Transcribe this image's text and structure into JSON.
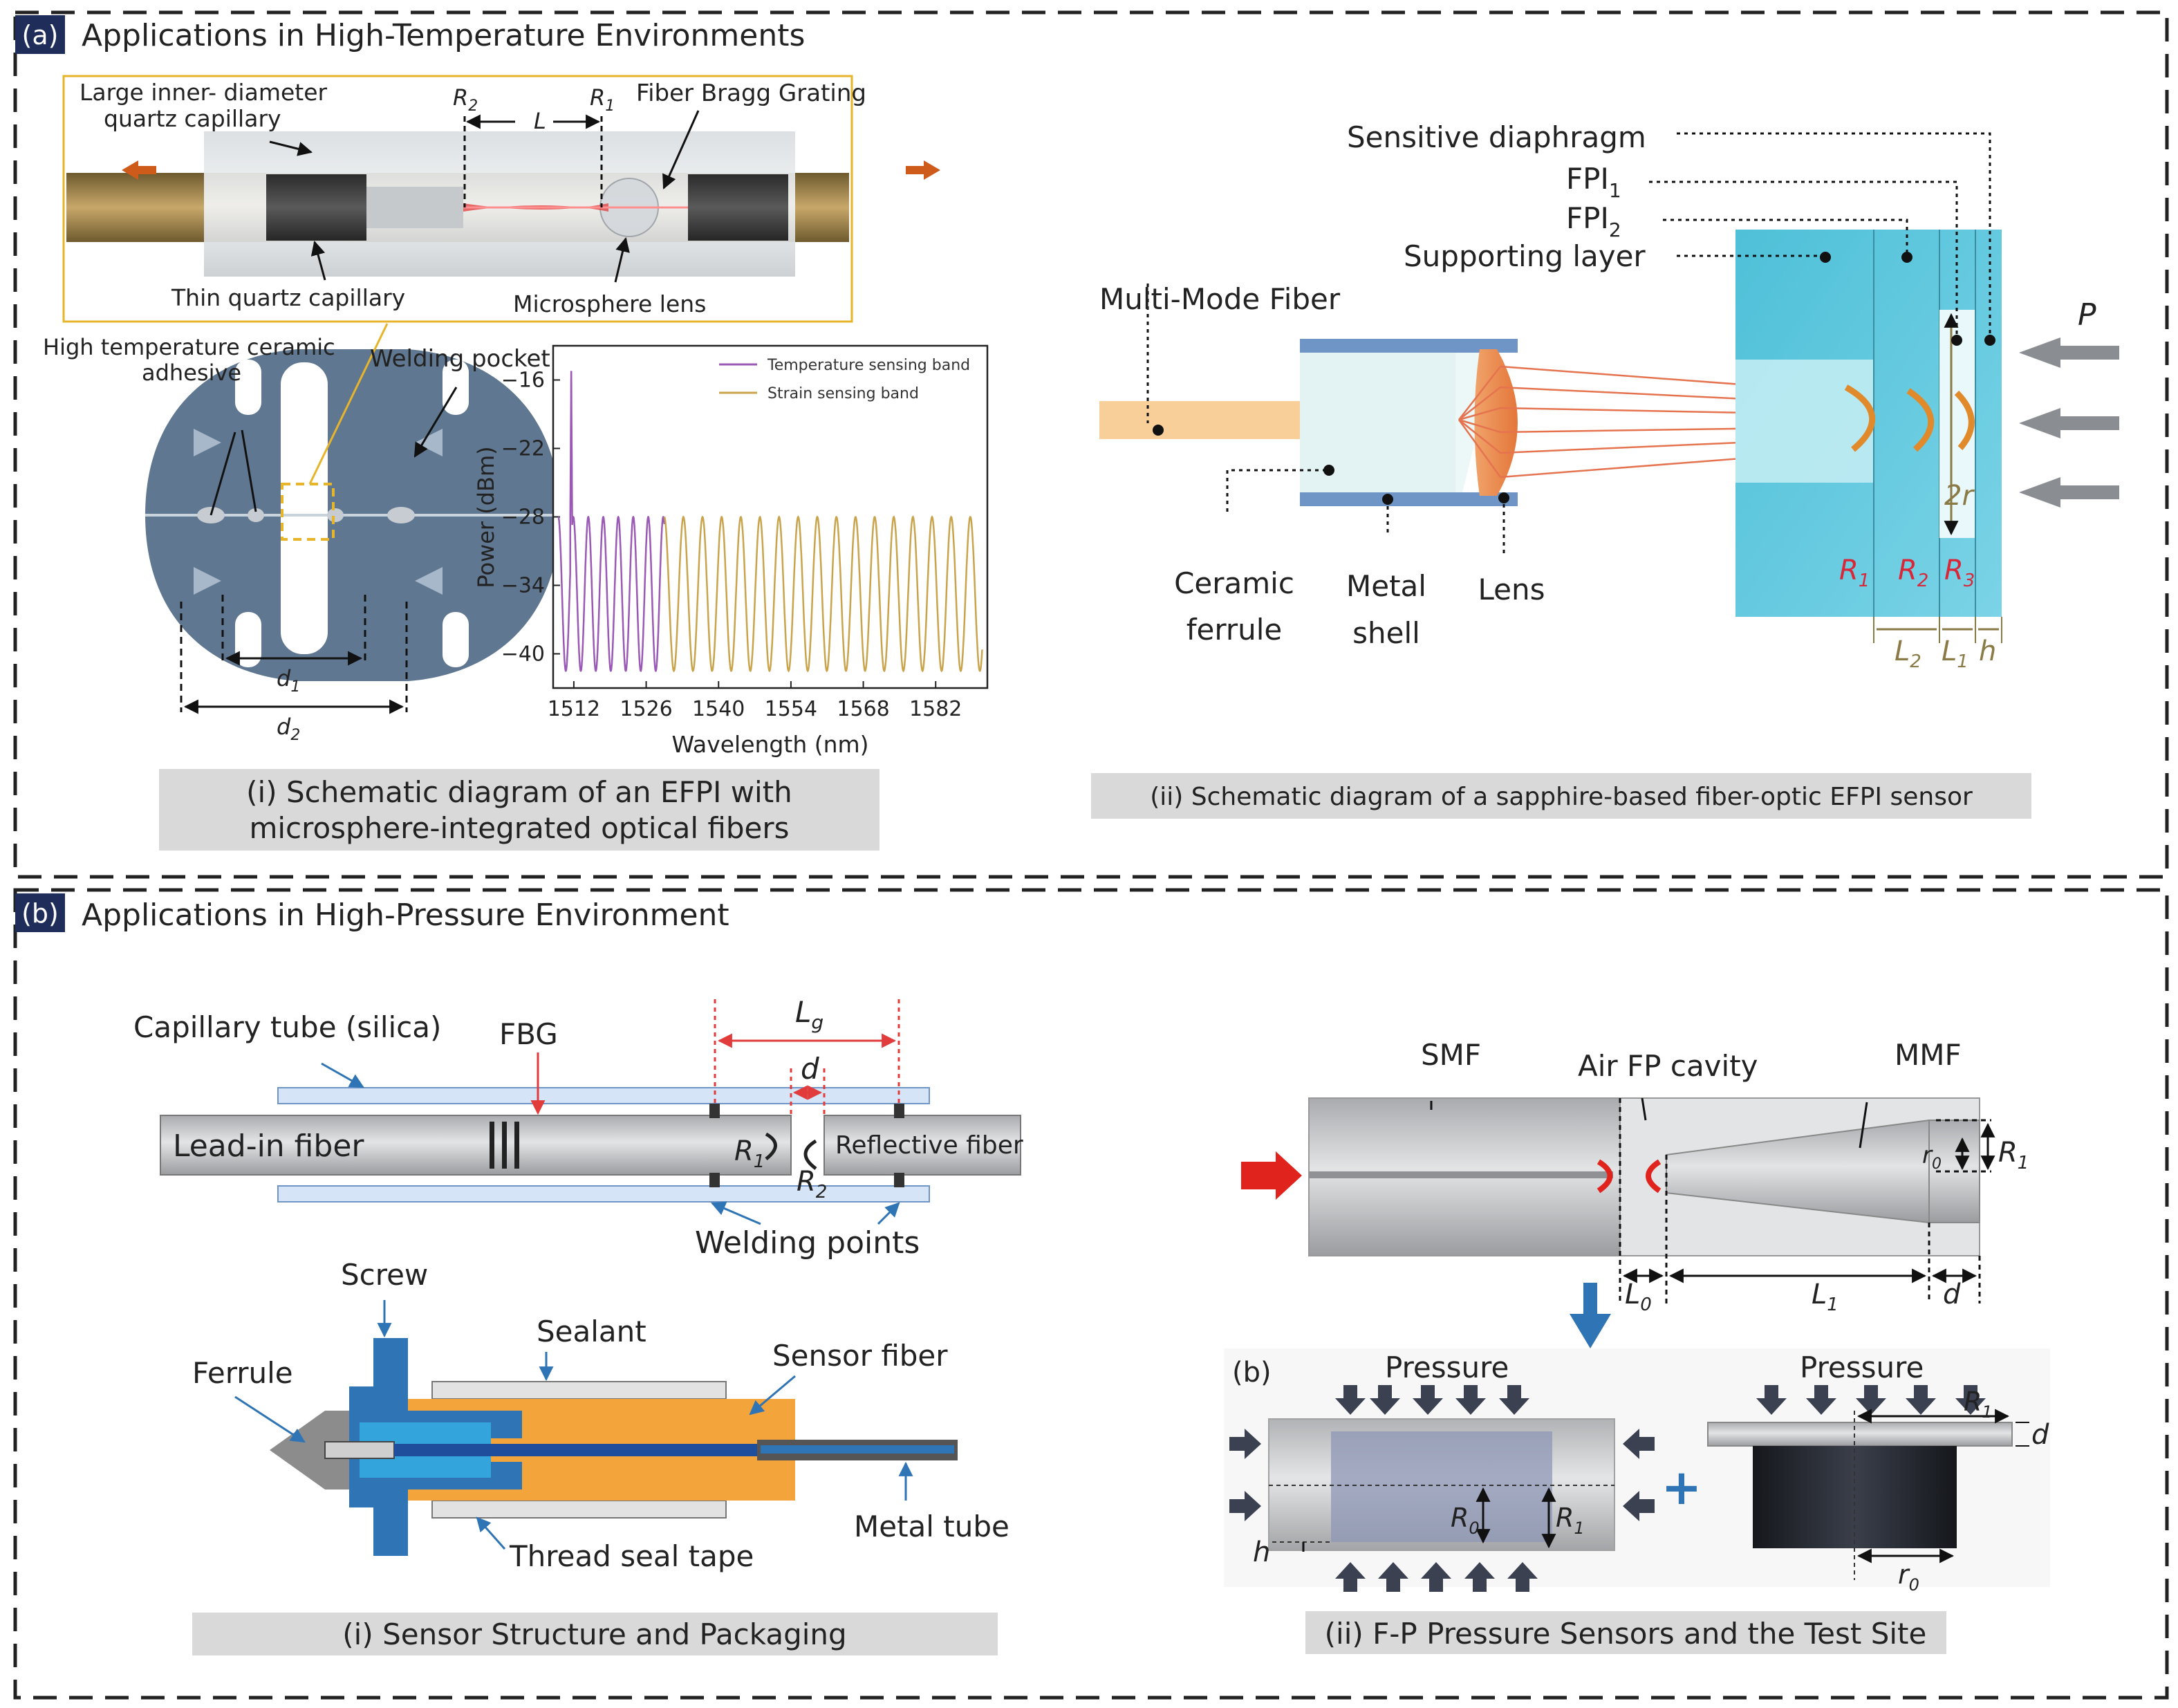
{
  "panel_a": {
    "tag": "(a)",
    "title": "Applications in High-Temperature Environments",
    "sub_i": {
      "top": {
        "large_cap_1": "Large inner- diameter",
        "large_cap_2": "quartz capillary",
        "R2": "R",
        "R2_sub": "2",
        "L": "L",
        "R1": "R",
        "R1_sub": "1",
        "fbg": "Fiber Bragg Grating",
        "thin_cap": "Thin quartz capillary",
        "micro_lens": "Microsphere lens"
      },
      "disk": {
        "adhesive_1": "High temperature ceramic",
        "adhesive_2": "adhesive",
        "pocket": "Welding pocket",
        "d1": "d",
        "d1_sub": "1",
        "d2": "d",
        "d2_sub": "2"
      },
      "caption_1": "(i) Schematic diagram of an EFPI with",
      "caption_2": "microsphere-integrated optical fibers"
    },
    "sub_ii": {
      "sens_diaph": "Sensitive diaphragm",
      "fpi1": "FPI",
      "fpi1_sub": "1",
      "fpi2": "FPI",
      "fpi2_sub": "2",
      "support": "Supporting layer",
      "mmf": "Multi-Mode Fiber",
      "ferrule_1": "Ceramic",
      "ferrule_2": "ferrule",
      "shell_1": "Metal",
      "shell_2": "shell",
      "lens": "Lens",
      "P": "P",
      "two_r": "2r",
      "R1": "R",
      "R1_sub": "1",
      "R2": "R",
      "R2_sub": "2",
      "R3": "R",
      "R3_sub": "3",
      "L2": "L",
      "L2_sub": "2",
      "L1": "L",
      "L1_sub": "1",
      "h": "h",
      "caption": "(ii) Schematic diagram of a sapphire-based fiber-optic EFPI sensor"
    }
  },
  "panel_b": {
    "tag": "(b)",
    "title": "Applications in High-Pressure Environment",
    "sub_i": {
      "capillary": "Capillary tube (silica)",
      "fbg": "FBG",
      "Lg": "L",
      "Lg_sub": "g",
      "d": "d",
      "lead_in": "Lead-in fiber",
      "reflective": "Reflective fiber",
      "R1": "R",
      "R1_sub": "1",
      "R2": "R",
      "R2_sub": "2",
      "welding": "Welding points",
      "screw": "Screw",
      "sealant": "Sealant",
      "ferrule": "Ferrule",
      "sensor_fiber": "Sensor fiber",
      "thread_tape": "Thread seal tape",
      "metal_tube": "Metal tube",
      "caption": "(i) Sensor Structure and Packaging"
    },
    "sub_ii": {
      "smf": "SMF",
      "air_fp": "Air FP cavity",
      "mmf": "MMF",
      "r0": "r",
      "r0_sub": "0",
      "R1": "R",
      "R1_sub": "1",
      "L0": "L",
      "L0_sub": "0",
      "L1": "L",
      "L1_sub": "1",
      "d": "d",
      "b_tag": "(b)",
      "pressure_left": "Pressure",
      "pressure_right": "Pressure",
      "plus": "+",
      "R0": "R",
      "R0_sub": "0",
      "R1b": "R",
      "R1b_sub": "1",
      "h": "h",
      "R1c": "R",
      "R1c_sub": "1",
      "dc": "d",
      "r0c": "r",
      "r0c_sub": "0",
      "caption": "(ii) F-P Pressure Sensors and the Test Site"
    }
  },
  "chart_data": {
    "type": "line",
    "xlabel": "Wavelength (nm)",
    "ylabel": "Power (dBm)",
    "xlim": [
      1508,
      1592
    ],
    "ylim": [
      -43,
      -13
    ],
    "xticks": [
      1512,
      1526,
      1540,
      1554,
      1568,
      1582
    ],
    "yticks": [
      -16,
      -22,
      -28,
      -34,
      -40
    ],
    "legend_placement": "top-right",
    "grid": false,
    "series": [
      {
        "name": "Temperature sensing band",
        "color": "#9b59b6",
        "x_range": [
          1509,
          1529.5
        ],
        "period": 2.9,
        "min": -41.5,
        "max": -28,
        "spike": {
          "x": 1511.5,
          "y": -14.8
        }
      },
      {
        "name": "Strain sensing band",
        "color": "#c9a44c",
        "x_range": [
          1529.5,
          1591
        ],
        "period": 3.7,
        "min": -41.5,
        "max": -28
      }
    ]
  },
  "colors": {
    "orange": "#cf5b1a",
    "red": "#e23b3b",
    "blue": "#2f75b5",
    "sapphire": "#5fc8dc",
    "navy": "#1f2d5a"
  }
}
